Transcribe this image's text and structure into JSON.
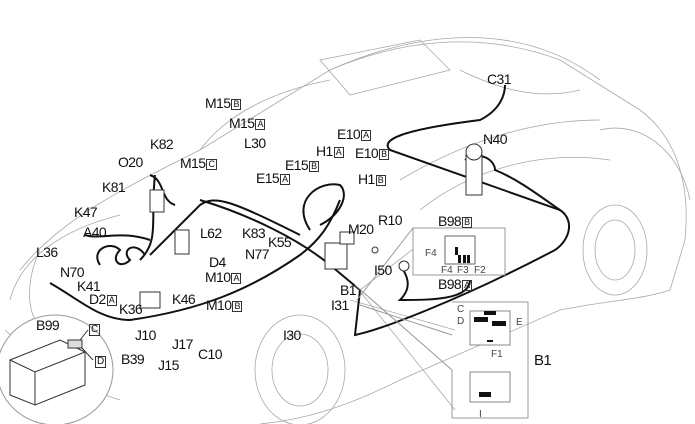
{
  "diagram": {
    "labels": {
      "C31": {
        "text": "C31"
      },
      "N40": {
        "text": "N40"
      },
      "M15B": {
        "text": "M15",
        "suffix": "B"
      },
      "M15A": {
        "text": "M15",
        "suffix": "A"
      },
      "K82": {
        "text": "K82"
      },
      "M15C": {
        "text": "M15",
        "suffix": "C"
      },
      "L30": {
        "text": "L30"
      },
      "E10A": {
        "text": "E10",
        "suffix": "A"
      },
      "H1A": {
        "text": "H1",
        "suffix": "A"
      },
      "E10B": {
        "text": "E10",
        "suffix": "B"
      },
      "H1B": {
        "text": "H1",
        "suffix": "B"
      },
      "E15B": {
        "text": "E15",
        "suffix": "B"
      },
      "E15A": {
        "text": "E15",
        "suffix": "A"
      },
      "O20": {
        "text": "O20"
      },
      "K81": {
        "text": "K81"
      },
      "K47": {
        "text": "K47"
      },
      "A40": {
        "text": "A40"
      },
      "L36": {
        "text": "L36"
      },
      "N70": {
        "text": "N70"
      },
      "K41": {
        "text": "K41"
      },
      "D2A": {
        "text": "D2",
        "suffix": "A"
      },
      "K36": {
        "text": "K36"
      },
      "K46": {
        "text": "K46"
      },
      "J10": {
        "text": "J10"
      },
      "J17": {
        "text": "J17"
      },
      "C10": {
        "text": "C10"
      },
      "B99": {
        "text": "B99"
      },
      "B39": {
        "text": "B39"
      },
      "J15": {
        "text": "J15"
      },
      "D4": {
        "text": "D4"
      },
      "M10A": {
        "text": "M10",
        "suffix": "A"
      },
      "M10B": {
        "text": "M10",
        "suffix": "B"
      },
      "L62": {
        "text": "L62"
      },
      "K83": {
        "text": "K83"
      },
      "N77": {
        "text": "N77"
      },
      "K55": {
        "text": "K55"
      },
      "M20": {
        "text": "M20"
      },
      "R10": {
        "text": "R10"
      },
      "B98B": {
        "text": "B98",
        "suffix": "B"
      },
      "B98A": {
        "text": "B98",
        "suffix": "A"
      },
      "I50": {
        "text": "I50"
      },
      "B1": {
        "text": "B1"
      },
      "I31": {
        "text": "I31"
      },
      "I30": {
        "text": "I30"
      }
    },
    "battery_inset": {
      "c": "C",
      "d": "D"
    },
    "fusebox_inset": {
      "f4_side": "F4",
      "f4": "F4",
      "f3": "F3",
      "f2": "F2"
    },
    "b1_inset": {
      "c": "C",
      "d": "D",
      "e": "E",
      "f1": "F1",
      "title": "B1",
      "i": "I"
    },
    "colors": {
      "harness": "#111111",
      "outline": "#9a9a9a"
    }
  }
}
